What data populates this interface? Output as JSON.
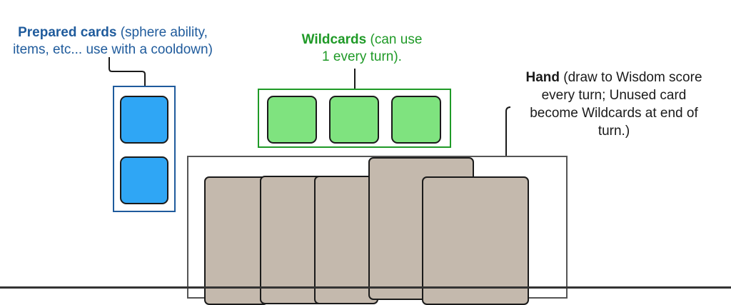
{
  "prepared": {
    "title": "Prepared cards",
    "desc_line1": " (sphere ability,",
    "desc_line2": "items, etc... use with a cooldown)",
    "color": "#1f5b9c",
    "card_color": "#2fa6f5",
    "card_count": 2
  },
  "wildcards": {
    "title": "Wildcards",
    "desc_line1": " (can use",
    "desc_line2": "1 every turn).",
    "color": "#1f9a27",
    "card_color": "#7fe37f",
    "card_count": 3
  },
  "hand": {
    "title": "Hand",
    "desc_line1": " (draw to Wisdom score",
    "desc_line2": "every turn; Unused card",
    "desc_line3": "become Wildcards at end of",
    "desc_line4": "turn.)",
    "card_color": "#c4b9ad",
    "card_count": 5
  }
}
